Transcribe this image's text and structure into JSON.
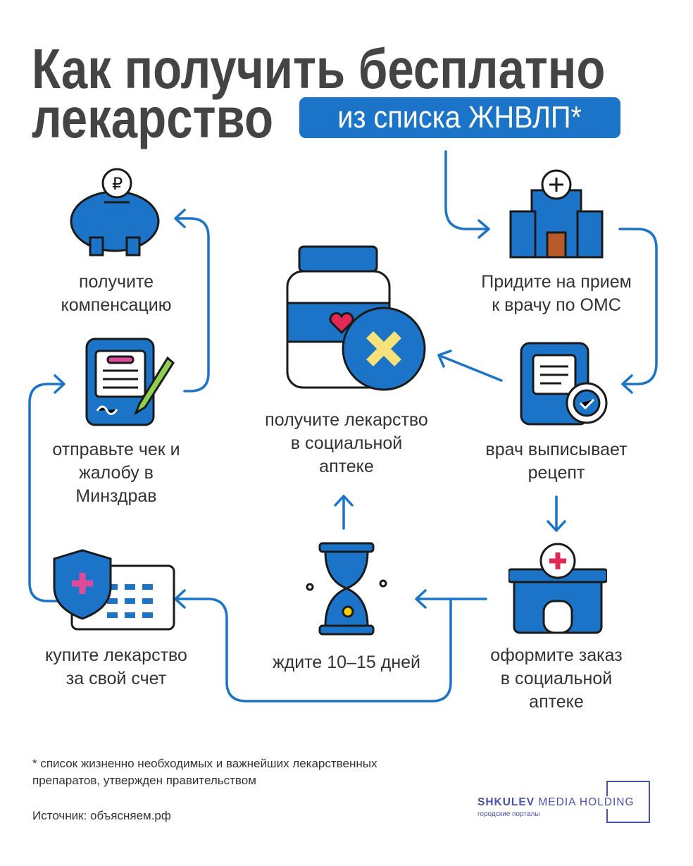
{
  "title": {
    "line1": "Как получить бесплатно",
    "line2": "лекарство",
    "badge": "из списка ЖНВЛП*"
  },
  "steps": {
    "visit": [
      "Придите на прием",
      "к врачу по ОМС"
    ],
    "prescription": [
      "врач выписывает",
      "рецепт"
    ],
    "order": [
      "оформите заказ",
      "в социальной",
      "аптеке"
    ],
    "wait": [
      "ждите 10–15 дней"
    ],
    "receive": [
      "получите лекарство",
      "в социальной",
      "аптеке"
    ],
    "buy": [
      "купите лекарство",
      "за свой счет"
    ],
    "complain": [
      "отправьте чек и",
      "жалобу в",
      "Минздрав"
    ],
    "compensation": [
      "получите",
      "компенсацию"
    ]
  },
  "footnote": [
    "* список жизненно необходимых и важнейших лекарственных",
    "препаратов, утвержден правительством"
  ],
  "source": "Источник: объясняем.рф",
  "logo": {
    "bold": "SHKULEV",
    "rest": "MEDIA HOLDING",
    "sub": "городские порталы"
  },
  "colors": {
    "accent": "#1b74c8",
    "text": "#333333",
    "logo": "#4a52b0"
  }
}
